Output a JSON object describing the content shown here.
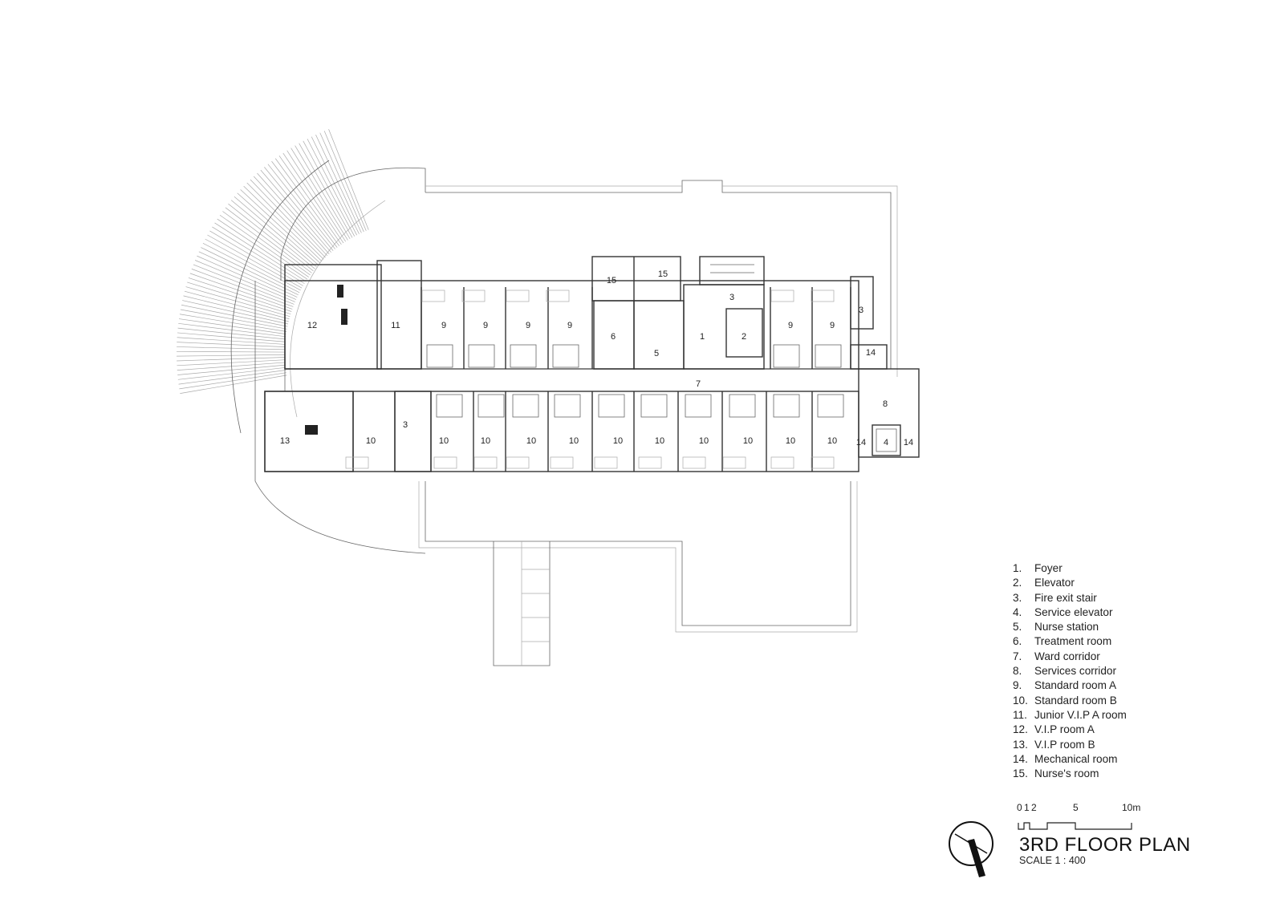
{
  "drawing": {
    "title": "3RD FLOOR PLAN",
    "scale": "SCALE 1 : 400",
    "scalebar_ticks": [
      "0",
      "1",
      "2",
      "5",
      "10m"
    ]
  },
  "legend": [
    {
      "num": "1.",
      "label": "Foyer"
    },
    {
      "num": "2.",
      "label": "Elevator"
    },
    {
      "num": "3.",
      "label": "Fire exit stair"
    },
    {
      "num": "4.",
      "label": "Service elevator"
    },
    {
      "num": "5.",
      "label": "Nurse station"
    },
    {
      "num": "6.",
      "label": "Treatment room"
    },
    {
      "num": "7.",
      "label": "Ward corridor"
    },
    {
      "num": "8.",
      "label": "Services corridor"
    },
    {
      "num": "9.",
      "label": "Standard room A"
    },
    {
      "num": "10.",
      "label": "Standard room B"
    },
    {
      "num": "11.",
      "label": "Junior V.I.P A room"
    },
    {
      "num": "12.",
      "label": "V.I.P room A"
    },
    {
      "num": "13.",
      "label": "V.I.P room B"
    },
    {
      "num": "14.",
      "label": "Mechanical room"
    },
    {
      "num": "15.",
      "label": "Nurse's room"
    }
  ],
  "room_labels": {
    "l1": "1",
    "l2": "2",
    "l3a": "3",
    "l3b": "3",
    "l3c": "3",
    "l4": "4",
    "l5": "5",
    "l6": "6",
    "l7": "7",
    "l8": "8",
    "l11": "11",
    "l12": "12",
    "l13": "13",
    "l14a": "14",
    "l14b": "14",
    "l14c": "14",
    "l15a": "15",
    "l15b": "15",
    "nine": "9",
    "ten": "10"
  }
}
